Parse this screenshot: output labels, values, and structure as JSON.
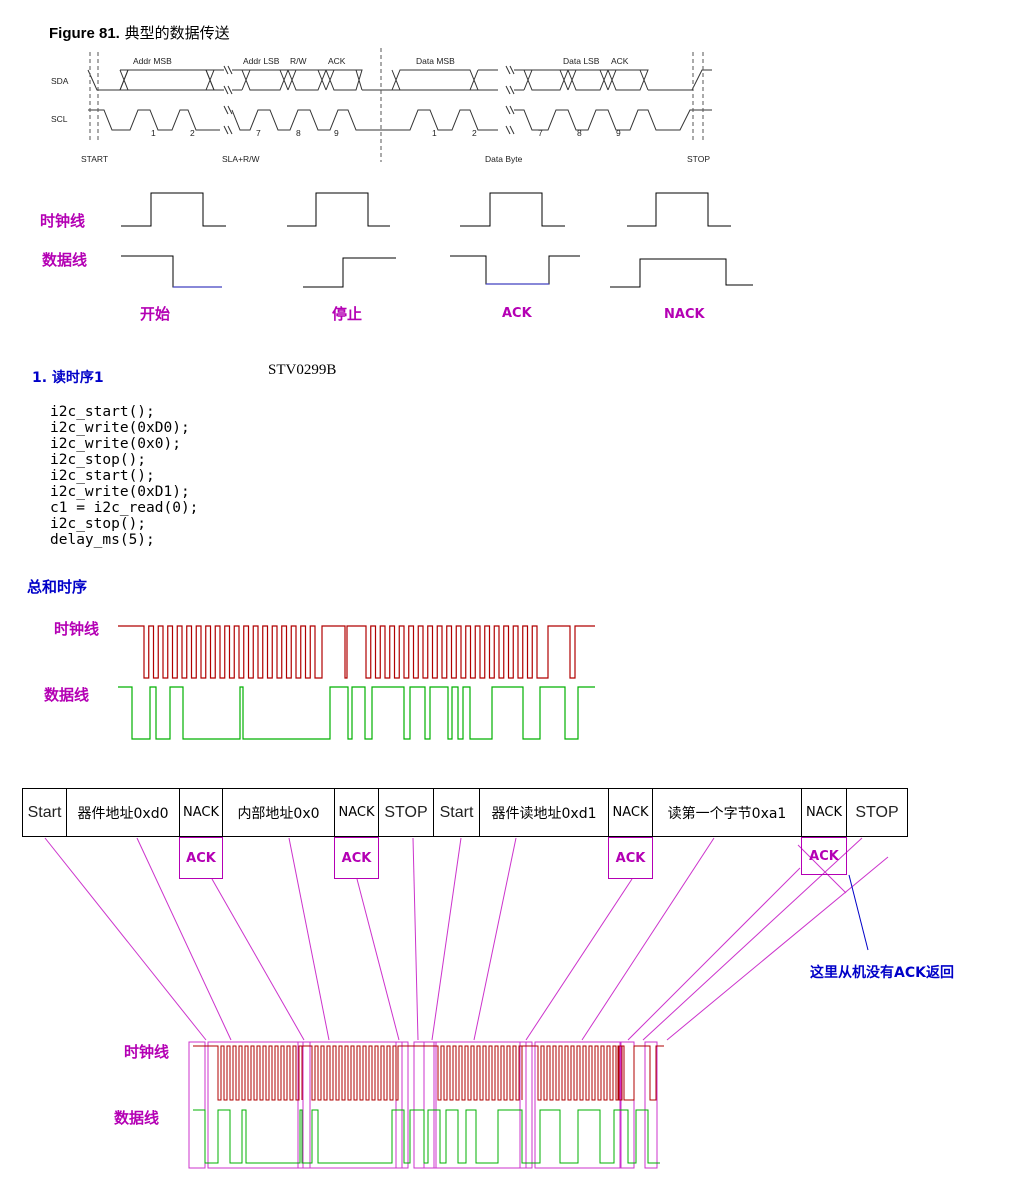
{
  "figure": {
    "title_prefix": "Figure 81.",
    "title_text": "典型的数据传送",
    "sda": "SDA",
    "scl": "SCL",
    "addr_msb": "Addr MSB",
    "addr_lsb": "Addr LSB",
    "rw": "R/W",
    "ack1": "ACK",
    "data_msb": "Data MSB",
    "data_lsb": "Data LSB",
    "ack2": "ACK",
    "bits1": [
      "1",
      "2",
      "7",
      "8",
      "9"
    ],
    "bits2": [
      "1",
      "2",
      "7",
      "8",
      "9"
    ],
    "start": "START",
    "sla": "SLA+R/W",
    "data_byte": "Data Byte",
    "stop": "STOP"
  },
  "legend": {
    "clock": "时钟线",
    "data": "数据线",
    "conditions": [
      "开始",
      "停止",
      "ACK",
      "NACK"
    ]
  },
  "section": {
    "heading": "1. 读时序1",
    "chip": "STV0299B",
    "code": "i2c_start();\ni2c_write(0xD0);\ni2c_write(0x0);\ni2c_stop();\ni2c_start();\ni2c_write(0xD1);\nc1 = i2c_read(0);\ni2c_stop();\ndelay_ms(5);"
  },
  "overall": {
    "heading": "总和时序",
    "clock": "时钟线",
    "data": "数据线"
  },
  "sequence": {
    "cells": [
      "Start",
      "器件地址0xd0",
      "NACK",
      "内部地址0x0",
      "NACK",
      "STOP",
      "Start",
      "器件读地址0xd1",
      "NACK",
      "读第一个字节0xa1",
      "NACK",
      "STOP"
    ],
    "ack_labels": [
      "ACK",
      "ACK",
      "ACK",
      "ACK"
    ],
    "note": "这里从机没有ACK返回"
  },
  "zoom": {
    "clock": "时钟线",
    "data": "数据线"
  },
  "colors": {
    "clock_line": "#b00000",
    "data_line": "#00b000",
    "accent": "#b400b4",
    "heading_blue": "#0000c8"
  }
}
